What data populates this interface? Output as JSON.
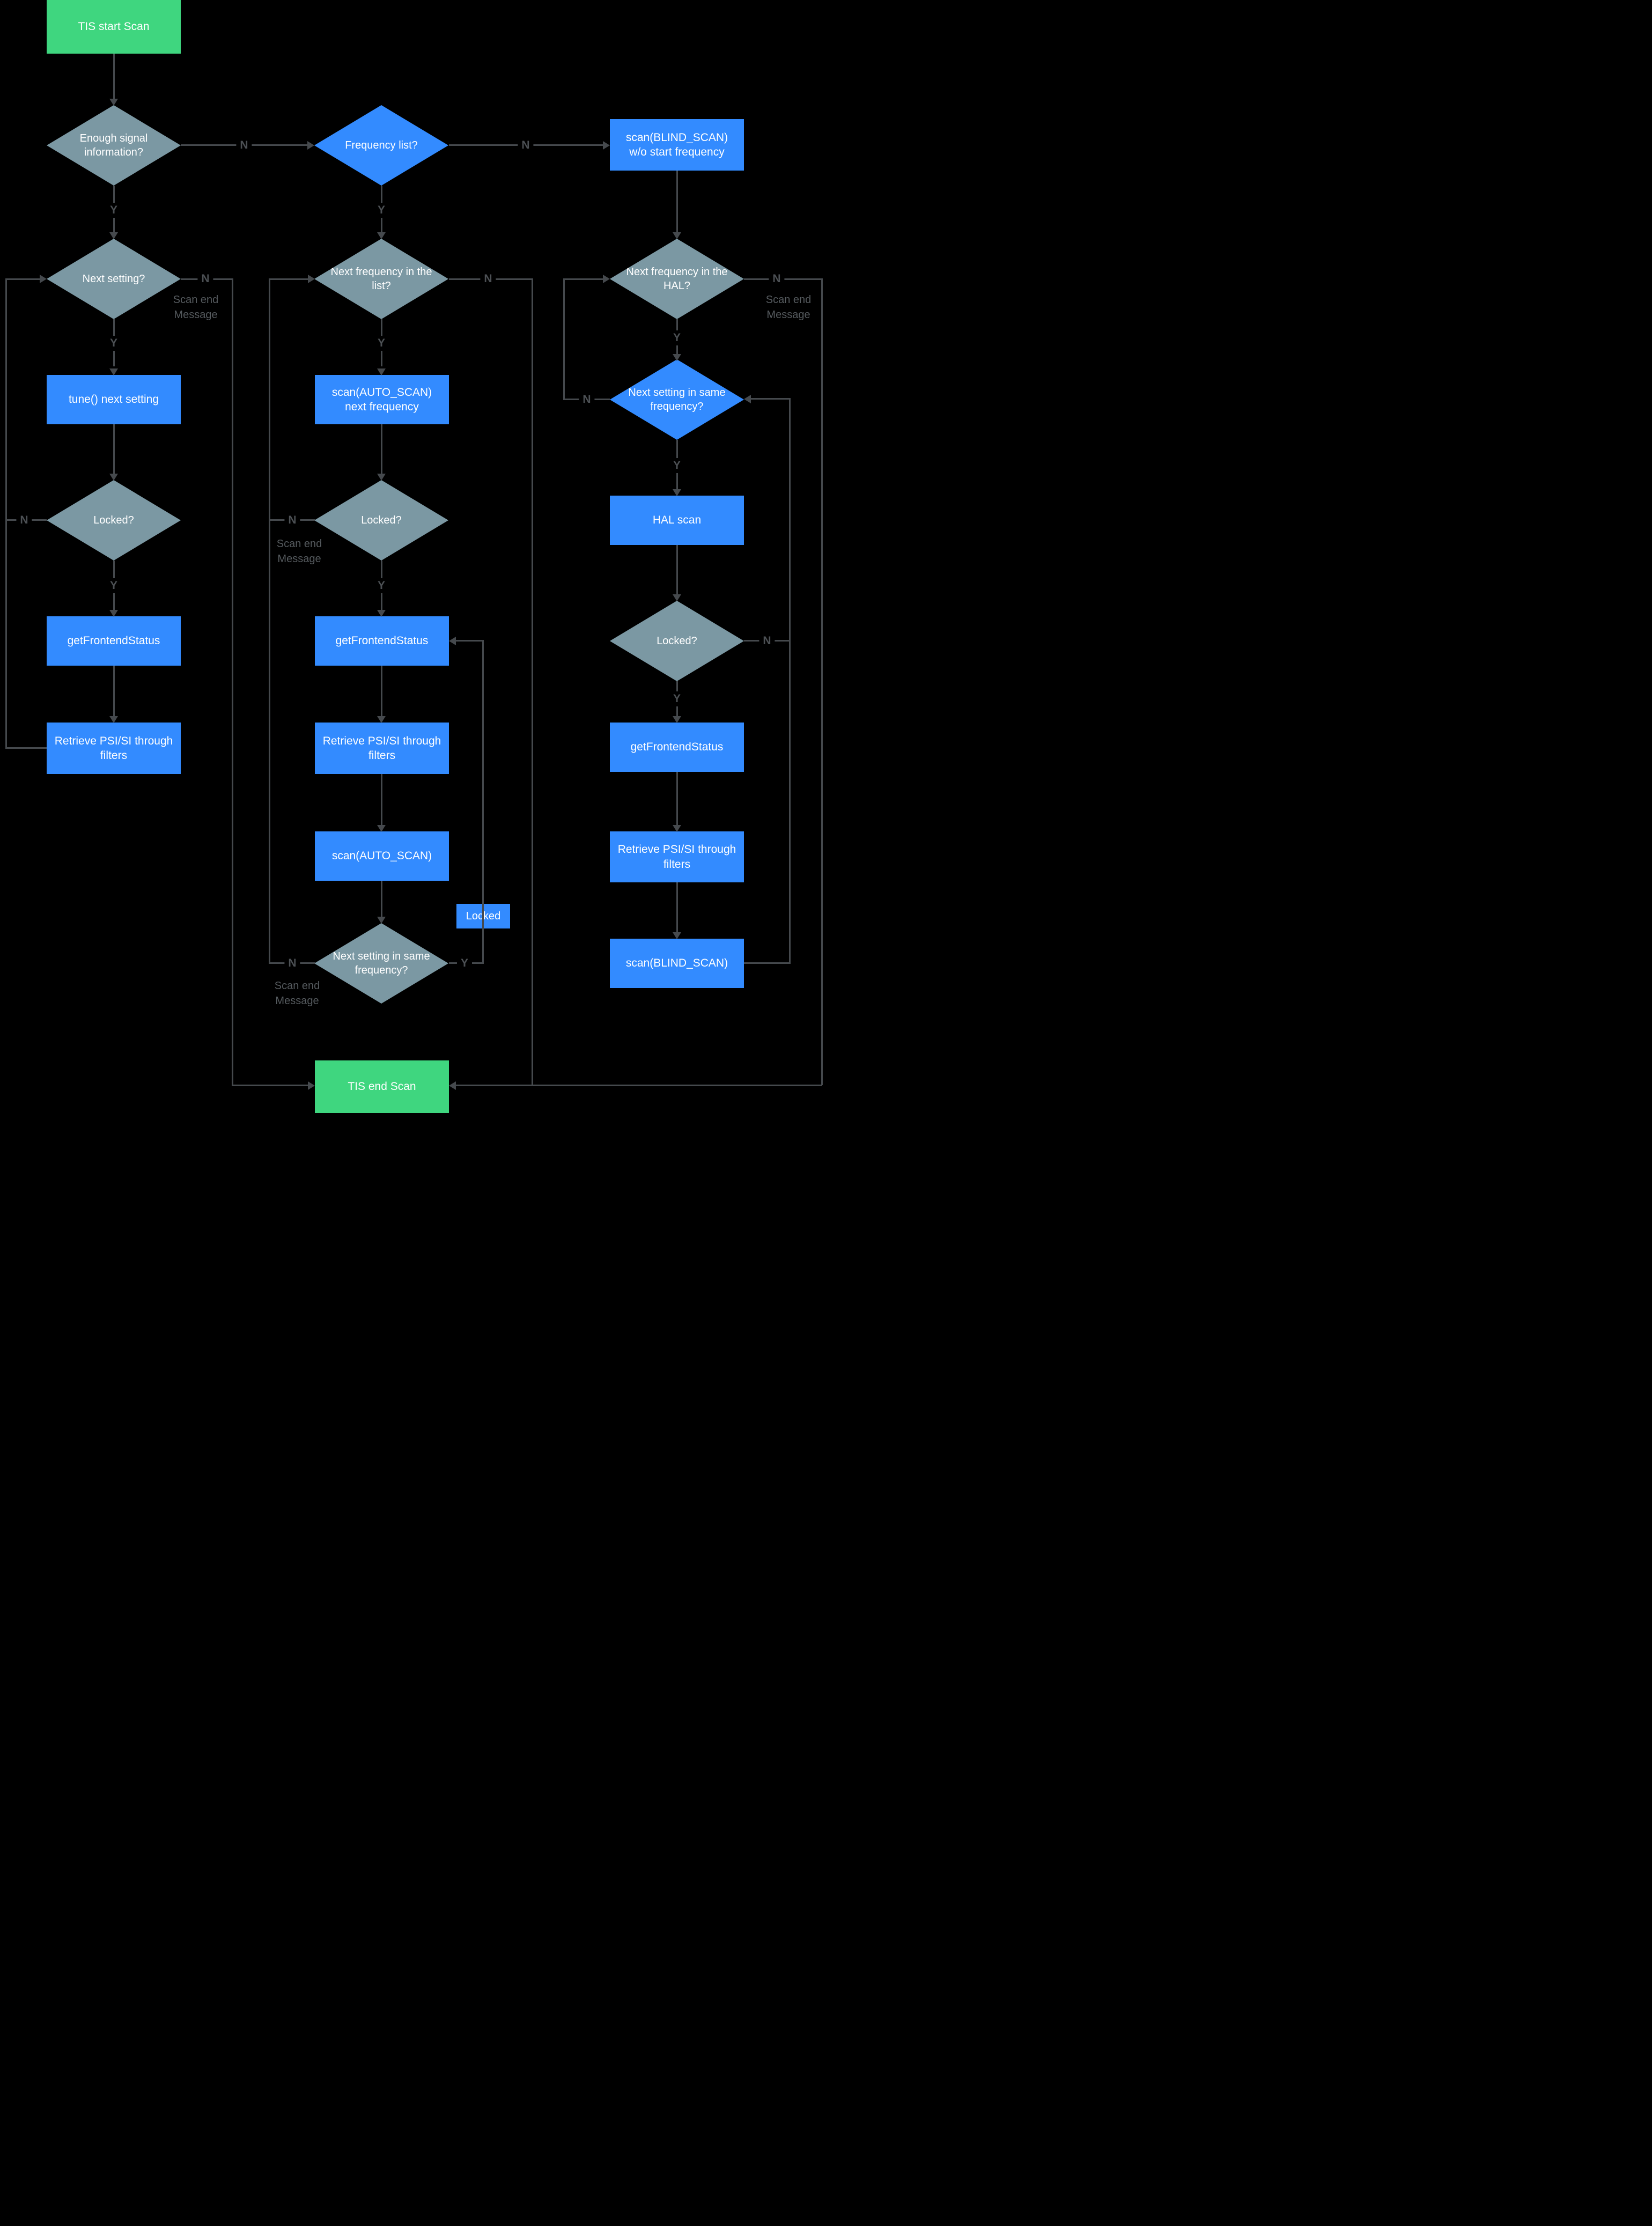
{
  "labels": {
    "start": "TIS start Scan",
    "end": "TIS end Scan",
    "enough_signal": "Enough signal information?",
    "frequency_list": "Frequency list?",
    "blind_scan_wo": "scan(BLIND_SCAN) w/o start frequency",
    "next_setting": "Next setting?",
    "next_frequency_list": "Next frequency in the list?",
    "next_frequency_hal": "Next frequency in the HAL?",
    "tune_next": "tune() next setting",
    "auto_scan_next": "scan(AUTO_SCAN) next frequency",
    "next_setting_same": "Next setting in same frequency?",
    "locked_q": "Locked?",
    "locked": "Locked",
    "hal_scan": "HAL scan",
    "get_frontend_status": "getFrontendStatus",
    "retrieve_psi": "Retrieve PSI/SI through filters",
    "auto_scan": "scan(AUTO_SCAN)",
    "blind_scan": "scan(BLIND_SCAN)",
    "yes": "Y",
    "no": "N",
    "scan_end": "Scan end Message"
  },
  "colors": {
    "background": "#000000",
    "terminal_green": "#3fd67f",
    "process_blue": "#338bff",
    "decision_slate": "#7b98a3",
    "line_gray": "#45494d",
    "edge_label_gray": "#4c5054",
    "note_gray": "#565b5f",
    "node_text": "#ffffff"
  }
}
